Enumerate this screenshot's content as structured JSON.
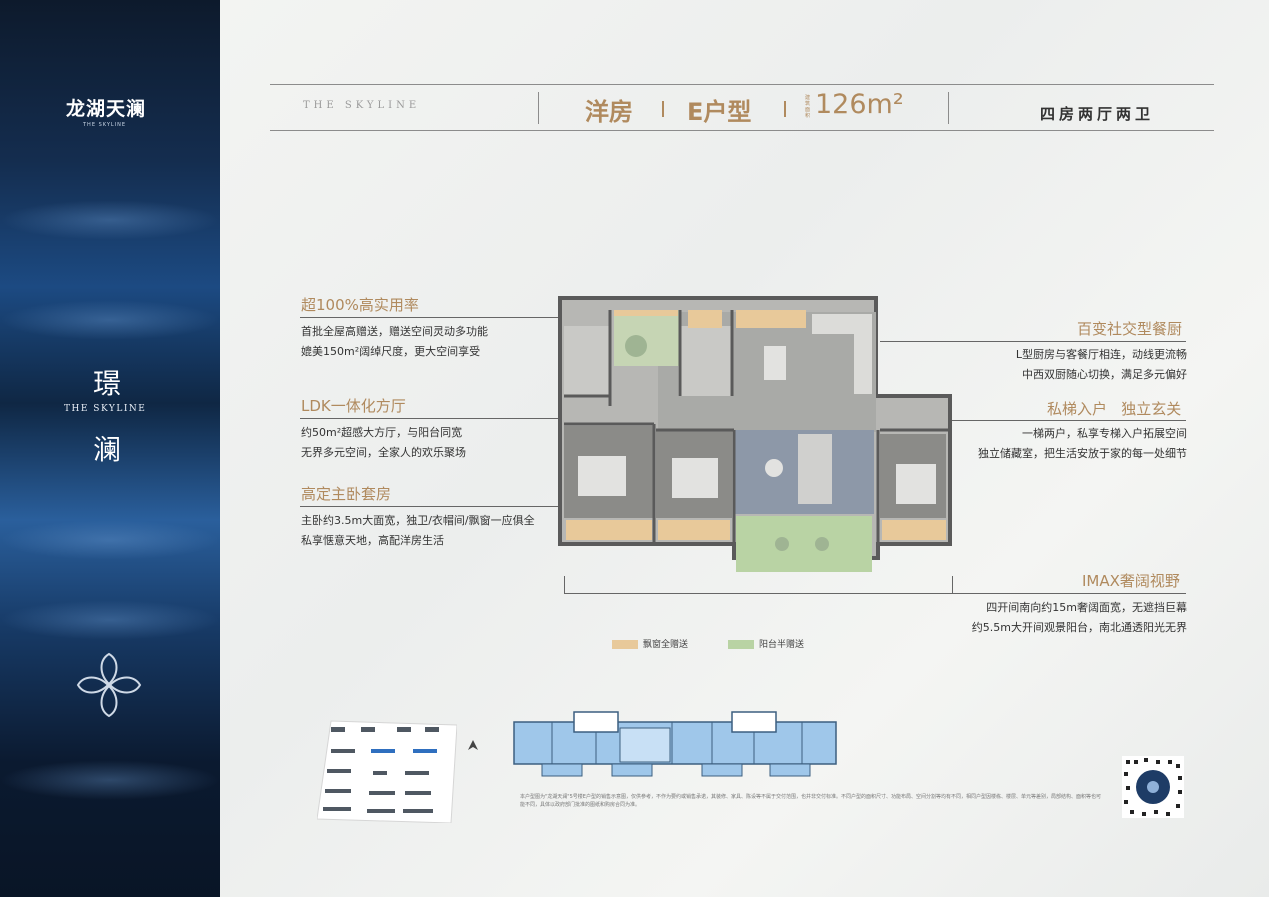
{
  "sidebar": {
    "logo_main": "龙湖天澜",
    "logo_sub": "THE SKYLINE",
    "char_top": "璟",
    "skyline": "THE SKYLINE",
    "char_bottom": "澜"
  },
  "header": {
    "skyline": "THE SKYLINE",
    "category": "洋房",
    "unit_type": "E户型",
    "area_label": "建筑面积",
    "area": "126m²",
    "rooms": "四房两厅两卫"
  },
  "features": {
    "left": [
      {
        "title": "超100%高实用率",
        "lines": [
          "首批全屋高赠送，赠送空间灵动多功能",
          "媲美150m²阔绰尺度，更大空间享受"
        ]
      },
      {
        "title": "LDK一体化方厅",
        "lines": [
          "约50m²超感大方厅，与阳台同宽",
          "无界多元空间，全家人的欢乐聚场"
        ]
      },
      {
        "title": "高定主卧套房",
        "lines": [
          "主卧约3.5m大面宽，独卫/衣帽间/飘窗一应俱全",
          "私享惬意天地，高配洋房生活"
        ]
      }
    ],
    "right": [
      {
        "title": "百变社交型餐厨",
        "lines": [
          "L型厨房与客餐厅相连，动线更流畅",
          "中西双厨随心切换，满足多元偏好"
        ]
      },
      {
        "title": "私梯入户   独立玄关",
        "lines": [
          "一梯两户，私享专梯入户拓展空间",
          "独立储藏室，把生活安放于家的每一处细节"
        ]
      },
      {
        "title": "IMAX奢阔视野",
        "lines": [
          "四开间南向约15m奢阔面宽，无遮挡巨幕",
          "约5.5m大开间观景阳台，南北通透阳光无界"
        ]
      }
    ]
  },
  "legend": {
    "bay_window": "飘窗全赠送",
    "balcony": "阳台半赠送",
    "bay_color": "#e8c99a",
    "balcony_color": "#b9d3a4"
  },
  "disclaimer": "本户型图为\"龙湖天澜\"5号楼E户型的销售示意图，仅供参考，不作为要约或销售承诺，其装修、家具、陈设等不属于交付范围，也并非交付标准。不同户型的面积尺寸、功能布局、空间分割等均有不同，相同户型因楼栋、楼层、单元等差别，局部结构、面积等也可能不同，具体以政府部门批准的图纸和购房合同为准。",
  "colors": {
    "accent": "#b08a5e",
    "sidebar_blue": "#1c4a82"
  }
}
